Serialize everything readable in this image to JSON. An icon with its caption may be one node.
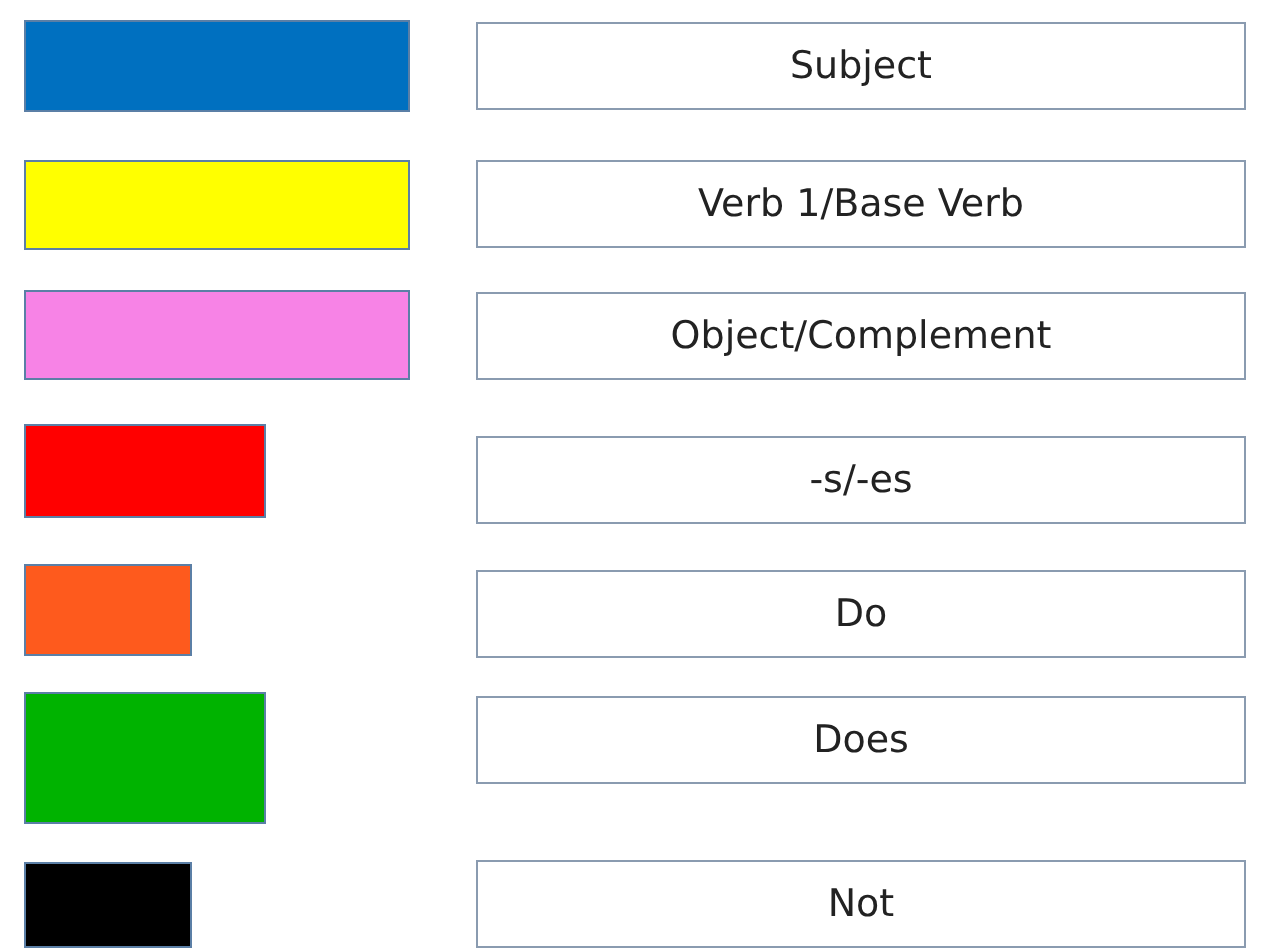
{
  "diagram": {
    "legend": [
      {
        "text": "Subject",
        "color": "#0070c0"
      },
      {
        "text": "Verb 1/Base Verb",
        "color": "#ffff00"
      },
      {
        "text": "Object/Complement",
        "color": "#f783e6"
      },
      {
        "text": "-s/-es",
        "color": "#ff0000"
      },
      {
        "text": "Do",
        "color": "#fe5a1d"
      },
      {
        "text": "Does",
        "color": "#00b300"
      },
      {
        "text": "Not",
        "color": "#000000"
      }
    ]
  }
}
